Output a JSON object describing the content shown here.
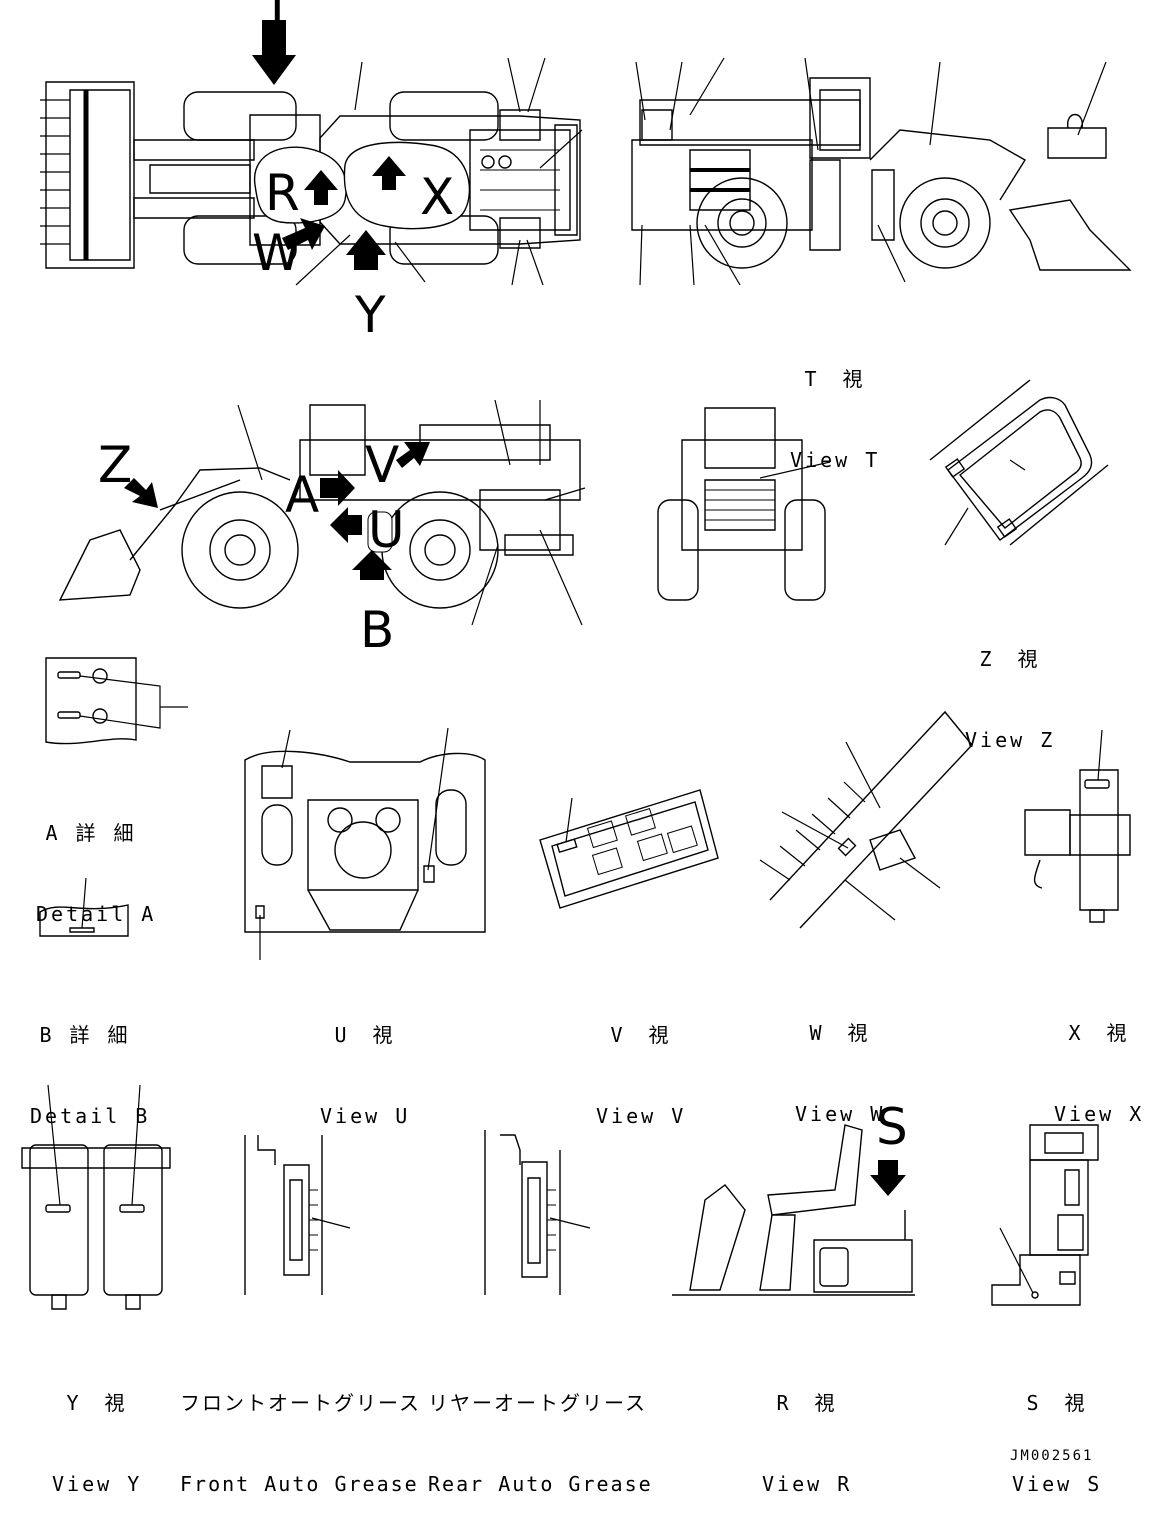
{
  "drawing_code": "JM002561",
  "view_letters": [
    "T",
    "R",
    "X",
    "W",
    "Y",
    "Z",
    "A",
    "V",
    "U",
    "B",
    "S"
  ],
  "captions": {
    "view_t": {
      "jp": "T　視",
      "en": "View T"
    },
    "view_z": {
      "jp": "Z　視",
      "en": "View Z"
    },
    "detail_a": {
      "jp": "A 詳 細",
      "en": "Detail A"
    },
    "detail_b": {
      "jp": "B 詳 細",
      "en": "Detail B"
    },
    "view_u": {
      "jp": "U　視",
      "en": "View U"
    },
    "view_v": {
      "jp": "V　視",
      "en": "View V"
    },
    "view_w": {
      "jp": "W　視",
      "en": "View W"
    },
    "view_x": {
      "jp": "X　視",
      "en": "View X"
    },
    "view_y": {
      "jp": "Y　視",
      "en": "View Y"
    },
    "front_grease": {
      "jp": "フロントオートグリース",
      "en": "Front Auto Grease"
    },
    "rear_grease": {
      "jp": "リヤーオートグリース",
      "en": "Rear Auto Grease"
    },
    "view_r": {
      "jp": "R　視",
      "en": "View R"
    },
    "view_s": {
      "jp": "S　視",
      "en": "View S"
    }
  },
  "colors": {
    "ink": "#000000",
    "paper": "#ffffff"
  }
}
